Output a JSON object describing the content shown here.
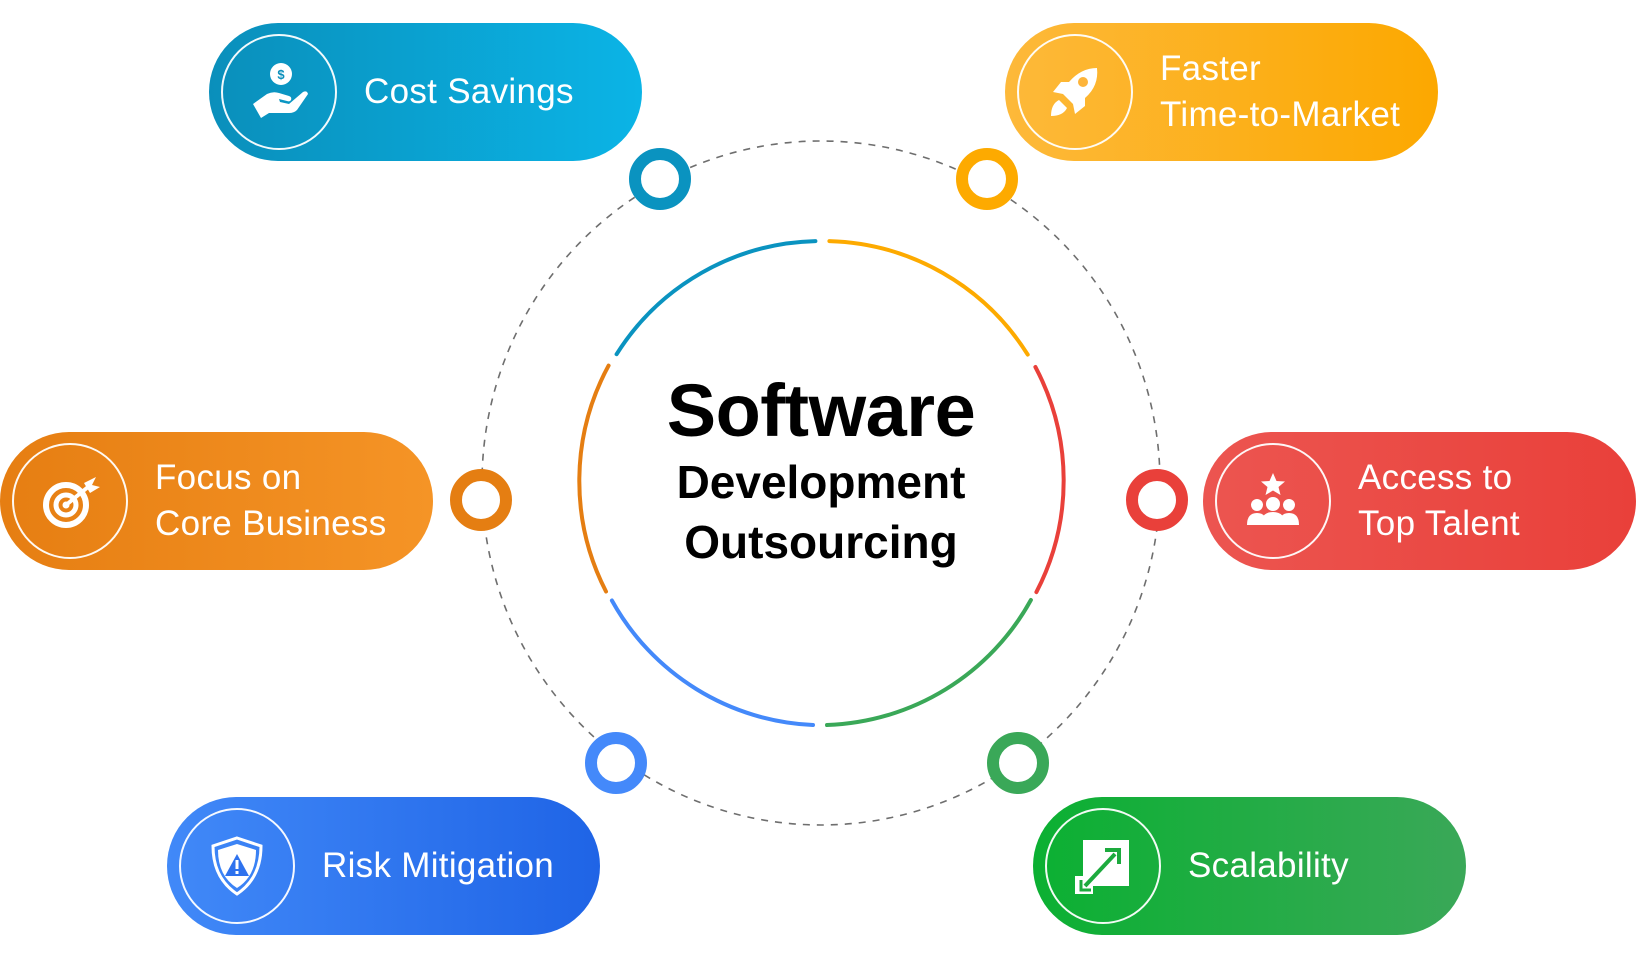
{
  "center": {
    "line1": "Software",
    "line2": "Development",
    "line3": "Outsourcing"
  },
  "benefits": [
    {
      "id": "cost-savings",
      "label": "Cost Savings",
      "icon": "hand-holding-dollar-icon",
      "color_start": "#0A8FBB",
      "color_end": "#0BB4E6",
      "node_color": "#0A93C0"
    },
    {
      "id": "faster-time-to-market",
      "label": "Faster\nTime-to-Market",
      "icon": "rocket-icon",
      "color_start": "#FDB93A",
      "color_end": "#FCA800",
      "node_color": "#FDAA00"
    },
    {
      "id": "focus-on-core-business",
      "label": "Focus on\nCore Business",
      "icon": "target-arrow-icon",
      "color_start": "#E67E12",
      "color_end": "#F59426",
      "node_color": "#E57E12"
    },
    {
      "id": "access-to-top-talent",
      "label": "Access to\nTop Talent",
      "icon": "team-star-icon",
      "color_start": "#EC5550",
      "color_end": "#E9403A",
      "node_color": "#E9403A"
    },
    {
      "id": "risk-mitigation",
      "label": "Risk Mitigation",
      "icon": "shield-warning-icon",
      "color_start": "#4189F8",
      "color_end": "#1F64E6",
      "node_color": "#4489FA"
    },
    {
      "id": "scalability",
      "label": "Scalability",
      "icon": "scale-up-arrow-icon",
      "color_start": "#0BB032",
      "color_end": "#3AA858",
      "node_color": "#3AA858"
    }
  ],
  "ring_colors": {
    "dashed": "#555555",
    "segments": [
      "#0A93C0",
      "#FDAA00",
      "#E9403A",
      "#3AA858",
      "#4489FA",
      "#E57E12"
    ]
  }
}
